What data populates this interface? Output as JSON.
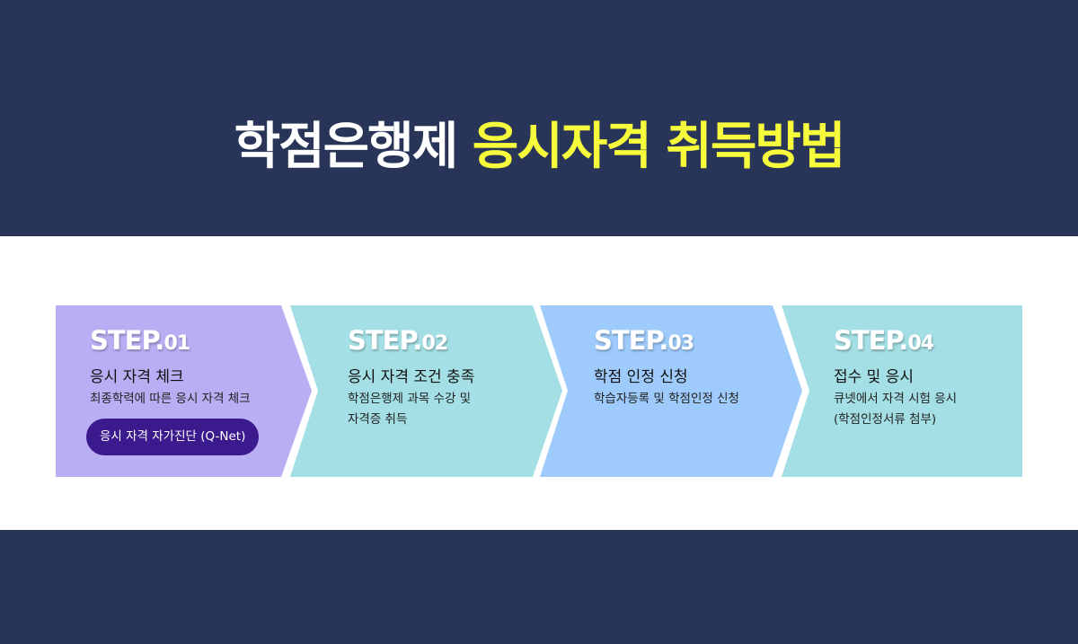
{
  "title": {
    "white": "학점은행제",
    "highlight": "응시자격 취득방법"
  },
  "colors": {
    "navy": "#283558",
    "highlight": "#f6fb3c",
    "step1": "#b8aef3",
    "step2": "#a3dfe4",
    "step3": "#9ecbfb",
    "step4": "#a3dfe4",
    "button": "#3a1a8c"
  },
  "steps": [
    {
      "label": "STEP.",
      "num": "01",
      "heading": "응시 자격 체크",
      "desc": "최종학력에 따른 응시 자격 체크",
      "button": "응시 자격 자가진단 (Q-Net)"
    },
    {
      "label": "STEP.",
      "num": "02",
      "heading": "응시 자격 조건 충족",
      "desc": "학점은행제 과목 수강 및\n자격증 취득"
    },
    {
      "label": "STEP.",
      "num": "03",
      "heading": "학점 인정 신청",
      "desc": "학습자등록 및 학점인정 신청"
    },
    {
      "label": "STEP.",
      "num": "04",
      "heading": "접수 및 응시",
      "desc": "큐넷에서 자격 시험 응시\n(학점인정서류 첨부)"
    }
  ]
}
